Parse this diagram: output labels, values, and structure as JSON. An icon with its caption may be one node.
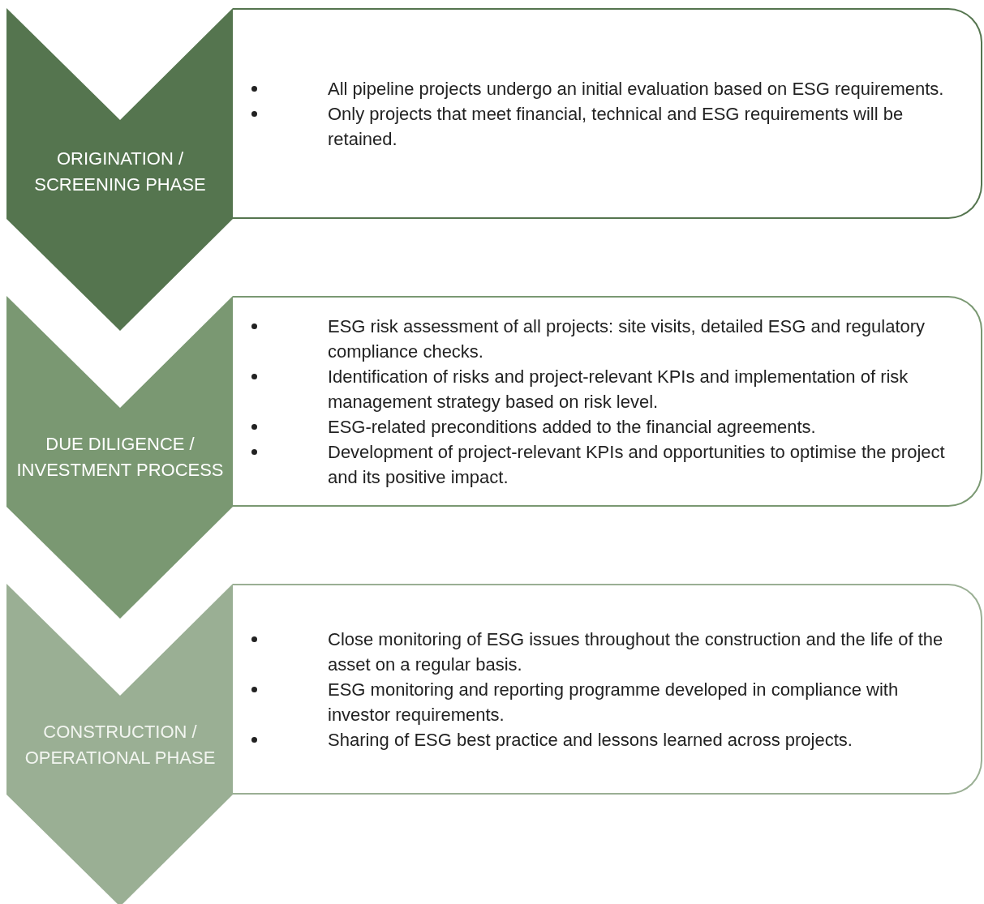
{
  "diagram": {
    "nodes": [
      {
        "text": [
          "ORIGINATION / SCREENING PHASE"
        ]
      },
      {
        "text": [
          "All pipeline projects undergo an initial evaluation based on ESG requirements.",
          "Only projects that meet financial, technical and ESG requirements will be retained."
        ]
      },
      {
        "text": [
          "DUE DILIGENCE / INVESTMENT PROCESS"
        ]
      },
      {
        "text": [
          "ESG risk assessment of all projects: site visits, detailed ESG and regulatory compliance checks.",
          "Identification of risks and project-relevant KPIs and implementation of risk management strategy based on risk level.",
          "ESG-related preconditions added to the financial agreements.",
          "Development of project-relevant KPIs and opportunities to optimise the project and its positive impact."
        ]
      },
      {
        "text": [
          "CONSTRUCTION / OPERATIONAL PHASE"
        ]
      },
      {
        "text": [
          "Close monitoring of ESG issues throughout the construction and the life of the asset on a regular basis.",
          "ESG monitoring and reporting programme developed in compliance with investor requirements.",
          "Sharing of ESG best practice and lessons learned across projects."
        ]
      }
    ]
  }
}
